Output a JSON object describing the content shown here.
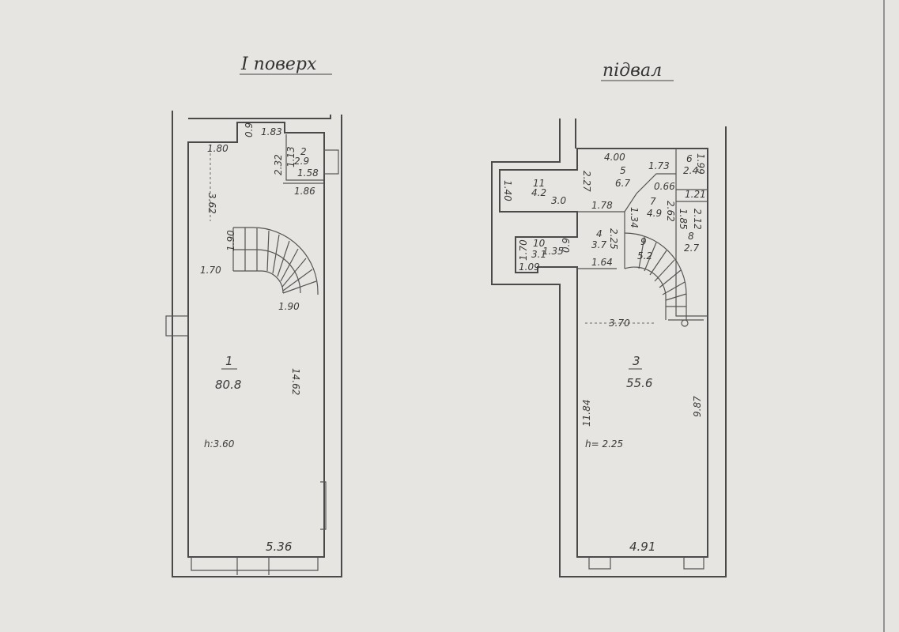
{
  "floor1": {
    "title": "I поверх",
    "room1": {
      "num": "1",
      "area": "80.8"
    },
    "room2": {
      "num": "2",
      "area": "2.9"
    },
    "dims": {
      "length": "14.62",
      "width": "5.36",
      "height": "h:3.60",
      "d180": "1.80",
      "d362": "3.62",
      "d183": "1.83",
      "d09": "0.9",
      "d232": "2.32",
      "d113": "1.13",
      "d158": "1.58",
      "d186": "1.86",
      "stair_w": "1.90",
      "stair_l": "1.70",
      "stair_b": "1.90"
    }
  },
  "basement": {
    "title": "підвал",
    "room3": {
      "num": "3",
      "area": "55.6"
    },
    "room4": {
      "num": "4",
      "area": "3.7"
    },
    "room5": {
      "num": "5",
      "area": "6.7"
    },
    "room6": {
      "num": "6",
      "area": "2.4"
    },
    "room7": {
      "num": "7",
      "area": "4.9"
    },
    "room8": {
      "num": "8",
      "area": "2.7"
    },
    "room9": {
      "num": "9",
      "area": "5.2"
    },
    "room10": {
      "num": "10",
      "area": "3.1"
    },
    "room11": {
      "num": "11",
      "area": "4.2"
    },
    "dims": {
      "d400": "4.00",
      "d227": "2.27",
      "d140": "1.40",
      "d30": "3.0",
      "d178": "1.78",
      "d173": "1.73",
      "d066": "0.66",
      "d134": "1.34",
      "d262": "2.62",
      "d199": "1.99",
      "d121": "1.21",
      "d185": "1.85",
      "d212": "2.12",
      "d225": "2.25",
      "d164": "1.64",
      "d170": "1.70",
      "d109": "1.09",
      "d135": "1.35",
      "d09": "0.9",
      "d370": "3.70",
      "length": "11.84",
      "length2": "9.87",
      "height": "h= 2.25",
      "width": "4.91"
    }
  }
}
